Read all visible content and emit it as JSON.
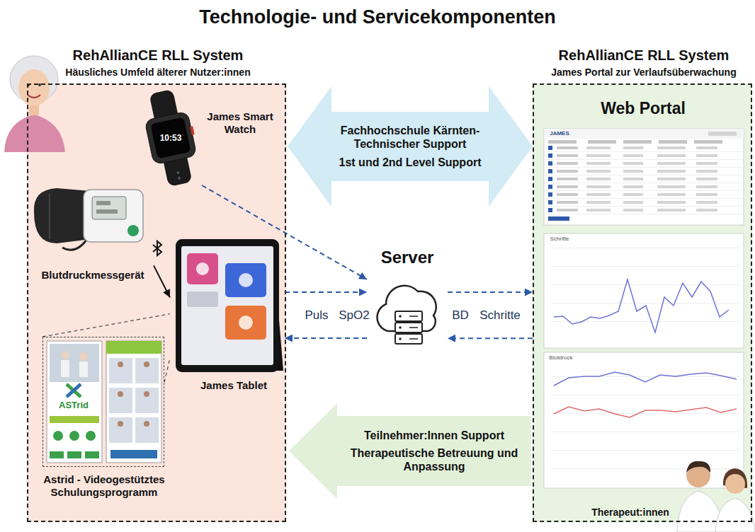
{
  "diagram": {
    "title": "Technologie- und Servicekomponenten",
    "nodes": [
      {
        "text": [
          "RehAllianCE RLL System",
          "Häusliches Umfeld älterer Nutzer:innen"
        ]
      },
      {
        "text": [
          "James Smart Watch"
        ],
        "in": 0
      },
      {
        "text": [
          "Blutdruckmessgerät"
        ],
        "in": 0
      },
      {
        "text": [
          "James Tablet"
        ],
        "in": 0
      },
      {
        "text": [
          "Astrid - Videogestütztes Schulungsprogramm"
        ],
        "in": 0
      },
      {
        "text": [
          "Fachhochschule Kärnten-Technischer Support",
          "1st und 2nd Level Support"
        ]
      },
      {
        "text": [
          "Server"
        ]
      },
      {
        "text": [
          "RehAllianCE RLL System",
          "James Portal zur Verlaufsüberwachung"
        ]
      },
      {
        "text": [
          "Teilnehmer:Innen Support",
          "Therapeutische Betreuung und Anpassung"
        ]
      }
    ],
    "edges": [
      {
        "from": 1,
        "to": 6,
        "arrow": "to"
      },
      {
        "from": 2,
        "to": 3,
        "arrow": "to"
      },
      {
        "from": 4,
        "to": 3,
        "arrow": "none"
      },
      {
        "from": 3,
        "to": 6,
        "arrow": "to"
      },
      {
        "from": 6,
        "to": 3,
        "arrow": "to"
      },
      {
        "from": 6,
        "to": 7,
        "arrow": "to"
      },
      {
        "from": 7,
        "to": 6,
        "arrow": "to"
      }
    ],
    "labels": [
      "10:53",
      "ASTrid",
      "Puls",
      "SpO2",
      "BD",
      "Schritte",
      "Web Portal",
      "JAMES",
      "Schritte",
      "Blutdruck",
      "Therapeut:innen"
    ]
  }
}
